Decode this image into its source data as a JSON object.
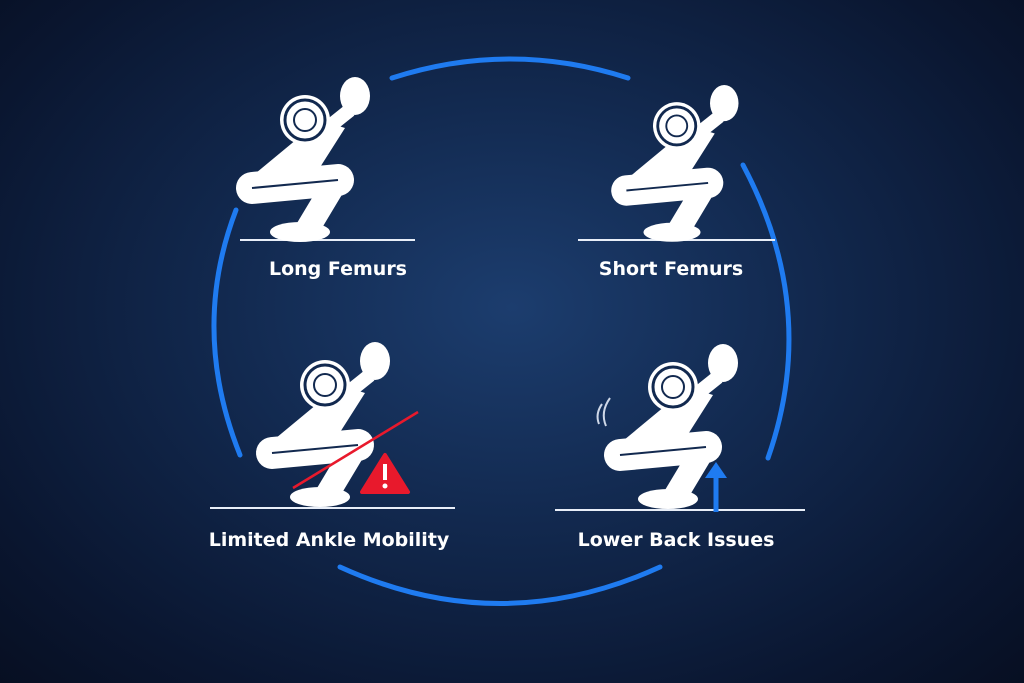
{
  "panels": [
    {
      "label": "Long Femurs"
    },
    {
      "label": "Short Femurs"
    },
    {
      "label": "Limited Ankle Mobility"
    },
    {
      "label": "Lower Back Issues"
    }
  ],
  "colors": {
    "arc": "#1f7bf0",
    "warning": "#e8192c",
    "figure": "#ffffff",
    "arrow": "#1f7bf0"
  },
  "icons": [
    "warning-triangle-icon",
    "up-arrow-icon",
    "motion-lines-icon"
  ]
}
